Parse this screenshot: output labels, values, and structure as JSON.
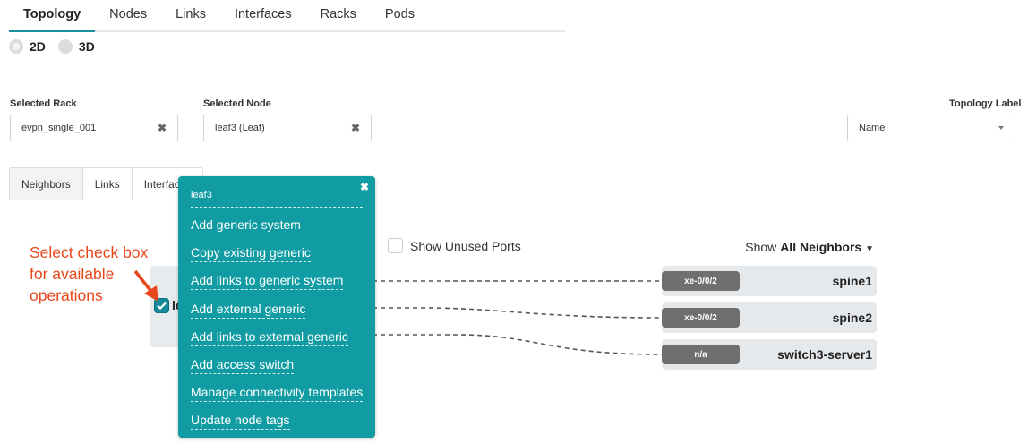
{
  "tabs": [
    "Topology",
    "Nodes",
    "Links",
    "Interfaces",
    "Racks",
    "Pods"
  ],
  "view_mode": {
    "options": [
      "2D",
      "3D"
    ],
    "selected": "2D"
  },
  "selected_rack": {
    "label": "Selected Rack",
    "value": "evpn_single_001"
  },
  "selected_node": {
    "label": "Selected Node",
    "value": "leaf3 (Leaf)"
  },
  "topology_label": {
    "label": "Topology Label",
    "value": "Name"
  },
  "subtabs": [
    "Neighbors",
    "Links",
    "Interfaces"
  ],
  "callout": {
    "line1": "Select check box",
    "line2": "for available",
    "line3": "operations"
  },
  "node": {
    "name": "leaf3"
  },
  "show_unused_ports": "Show Unused Ports",
  "show_filter": {
    "prefix": "Show",
    "value": "All Neighbors"
  },
  "neighbors": [
    {
      "port": "xe-0/0/2",
      "name": "spine1"
    },
    {
      "port": "xe-0/0/2",
      "name": "spine2"
    },
    {
      "port": "n/a",
      "name": "switch3-server1"
    }
  ],
  "popup": {
    "title": "leaf3",
    "items": [
      "Add generic system",
      "Copy existing generic",
      "Add links to generic system",
      "Add external generic",
      "Add links to external generic",
      "Add access switch",
      "Manage connectivity templates",
      "Update node tags"
    ]
  },
  "colors": {
    "accent": "#119ca3",
    "callout": "#e8471c",
    "port": "#6f6f6f"
  }
}
